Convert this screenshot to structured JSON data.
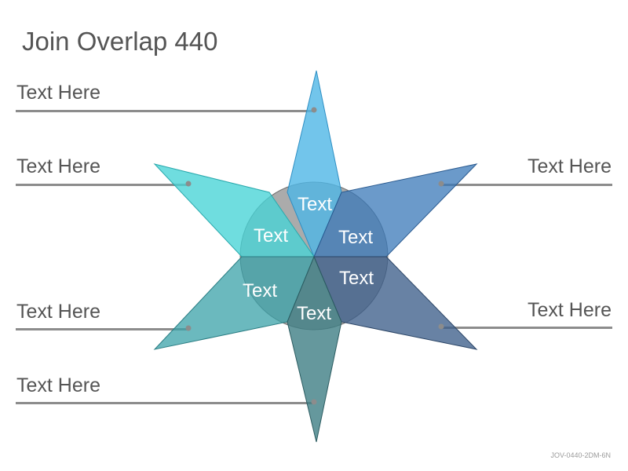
{
  "title": "Join Overlap 440",
  "labels": {
    "left_1": "Text Here",
    "left_2": "Text Here",
    "left_3": "Text Here",
    "left_4": "Text Here",
    "right_1": "Text Here",
    "right_2": "Text Here"
  },
  "center_texts": {
    "top": "Text",
    "upper_left": "Text",
    "upper_right": "Text",
    "lower_left": "Text",
    "lower_right": "Text",
    "bottom": "Text"
  },
  "code": "JOV-0440-2DM-6N",
  "colors": {
    "top": "#4fb6e6",
    "upper_left": "#47d3d6",
    "upper_right": "#3a78b8",
    "lower_left": "#3aa1a8",
    "lower_right": "#3d5f8a",
    "bottom": "#3f7e84",
    "circle": "#8f8f8f",
    "line": "#8c8c8c"
  }
}
